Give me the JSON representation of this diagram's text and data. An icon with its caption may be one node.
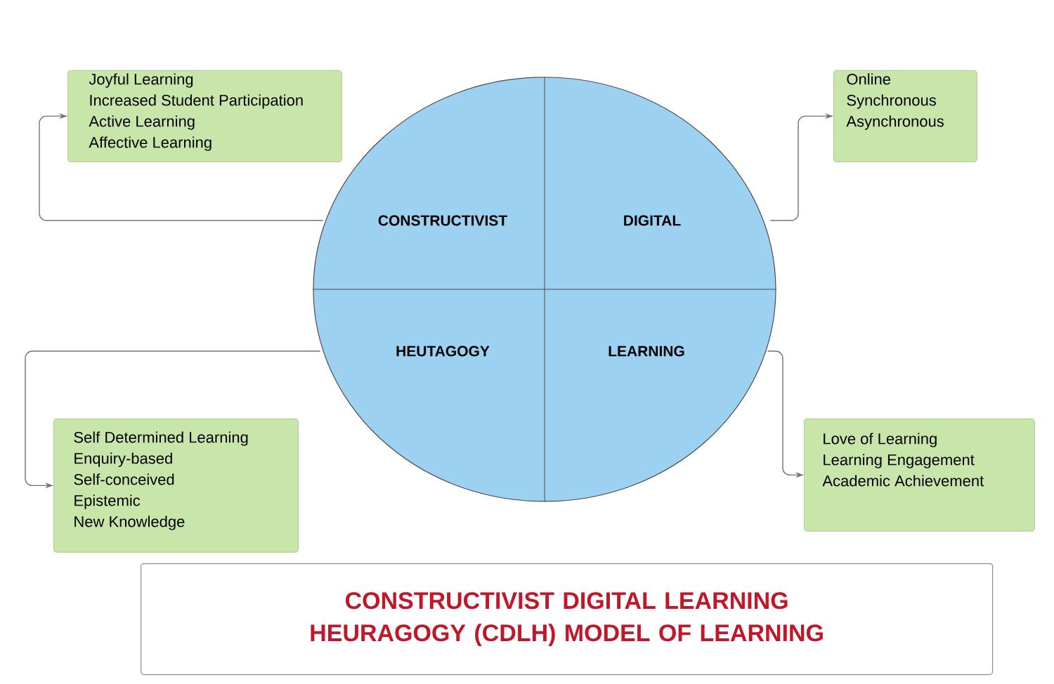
{
  "diagram": {
    "nodes": [
      {
        "text": [],
        "shape": "circle"
      },
      {
        "text": [
          "CONSTRUCTIVIST"
        ],
        "in": 0
      },
      {
        "text": [
          "DIGITAL"
        ],
        "in": 0
      },
      {
        "text": [
          "HEUTAGOGY"
        ],
        "in": 0
      },
      {
        "text": [
          "LEARNING"
        ],
        "in": 0
      },
      {
        "text": [
          "Joyful Learning",
          "Increased Student Participation",
          "Active Learning",
          "Affective Learning"
        ]
      },
      {
        "text": [
          "Online",
          "Synchronous",
          "Asynchronous"
        ]
      },
      {
        "text": [
          "Self Determined Learning",
          "Enquiry-based",
          "Self-conceived",
          "Epistemic",
          "New Knowledge"
        ]
      },
      {
        "text": [
          "Love of Learning",
          "Learning Engagement",
          "Academic Achievement"
        ]
      },
      {
        "text": [
          "CONSTRUCTIVIST DIGITAL LEARNING HEURAGOGY (CDLH) MODEL OF LEARNING"
        ]
      }
    ],
    "edges": [
      {
        "from": 1,
        "to": 5,
        "arrow": "to"
      },
      {
        "from": 2,
        "to": 6,
        "arrow": "to"
      },
      {
        "from": 3,
        "to": 7,
        "arrow": "to"
      },
      {
        "from": 4,
        "to": 8,
        "arrow": "to"
      }
    ]
  }
}
